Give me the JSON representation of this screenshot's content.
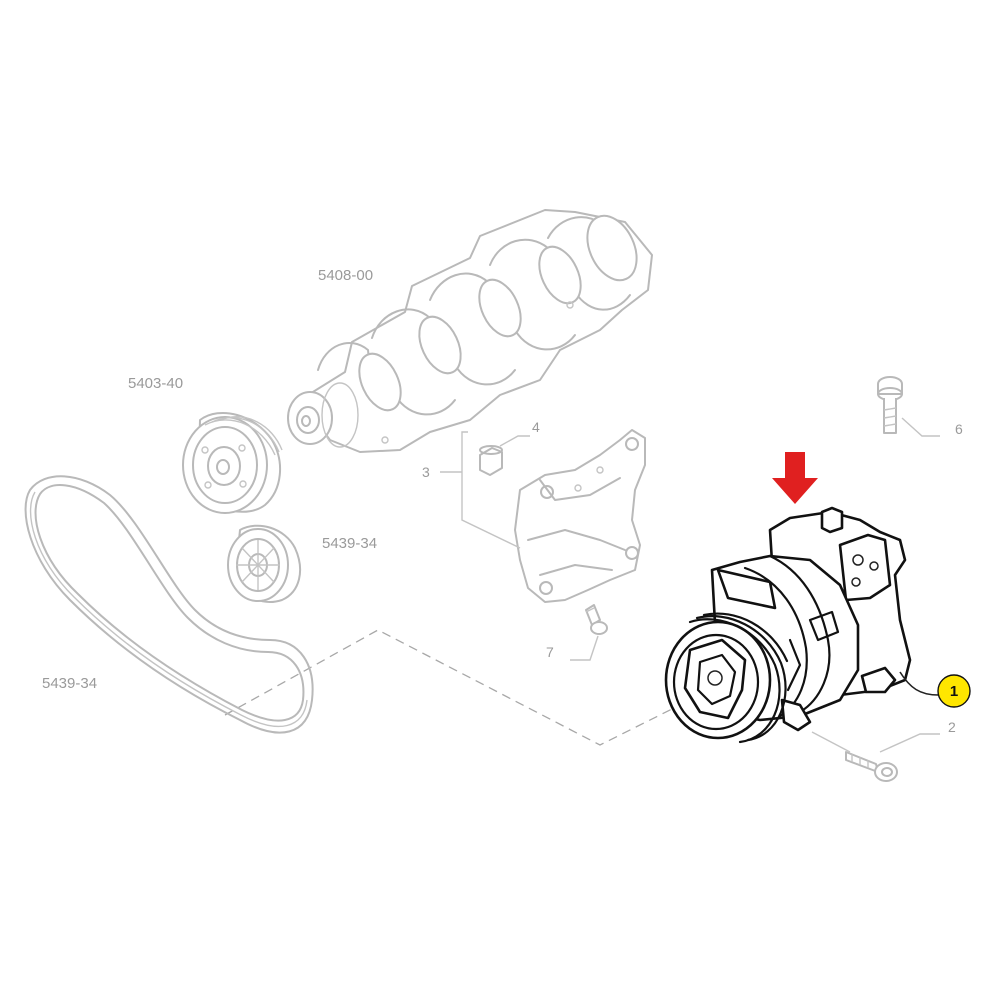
{
  "diagram": {
    "labels": {
      "crankshaft": "5408-00",
      "damper_pulley": "5403-40",
      "idler_pulley": "5439-34",
      "belt": "5439-34",
      "bracket": "3",
      "bushing": "4",
      "bracket_bolt": "7",
      "top_bolt": "6",
      "compressor_bolt": "2",
      "compressor": "1"
    },
    "colors": {
      "indicator_arrow": "#e02020",
      "callout_fill": "#ffe600",
      "highlight_stroke": "#111111",
      "ghost_stroke": "#b9b9b9"
    },
    "icons": {
      "indicator": "red-down-arrow-icon"
    }
  }
}
